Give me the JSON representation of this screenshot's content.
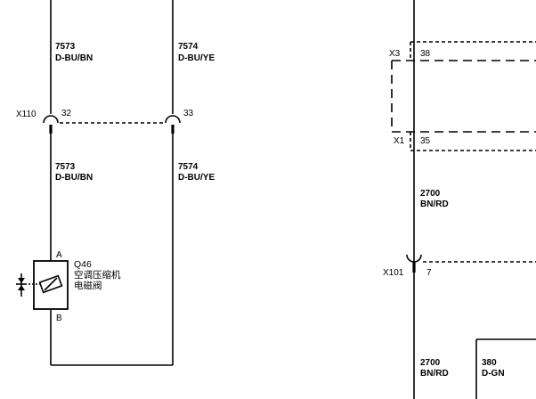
{
  "left_circuits": {
    "top": [
      {
        "number": "7573",
        "color": "D-BU/BN"
      },
      {
        "number": "7574",
        "color": "D-BU/YE"
      }
    ],
    "bottom": [
      {
        "number": "7573",
        "color": "D-BU/BN"
      },
      {
        "number": "7574",
        "color": "D-BU/YE"
      }
    ]
  },
  "connector_x110": {
    "name": "X110",
    "pins": [
      "32",
      "33"
    ]
  },
  "component_q46": {
    "id": "Q46",
    "name_line1": "空调压缩机",
    "name_line2": "电磁阀",
    "pin_a": "A",
    "pin_b": "B"
  },
  "right_side": {
    "x3": {
      "name": "X3",
      "pin": "38"
    },
    "x1": {
      "name": "X1",
      "pin": "35"
    },
    "circuit_2700_upper": {
      "number": "2700",
      "color": "BN/RD"
    },
    "x101": {
      "name": "X101",
      "pin": "7"
    },
    "circuit_2700_lower": {
      "number": "2700",
      "color": "BN/RD"
    },
    "circuit_380": {
      "number": "380",
      "color": "D-GN"
    }
  }
}
